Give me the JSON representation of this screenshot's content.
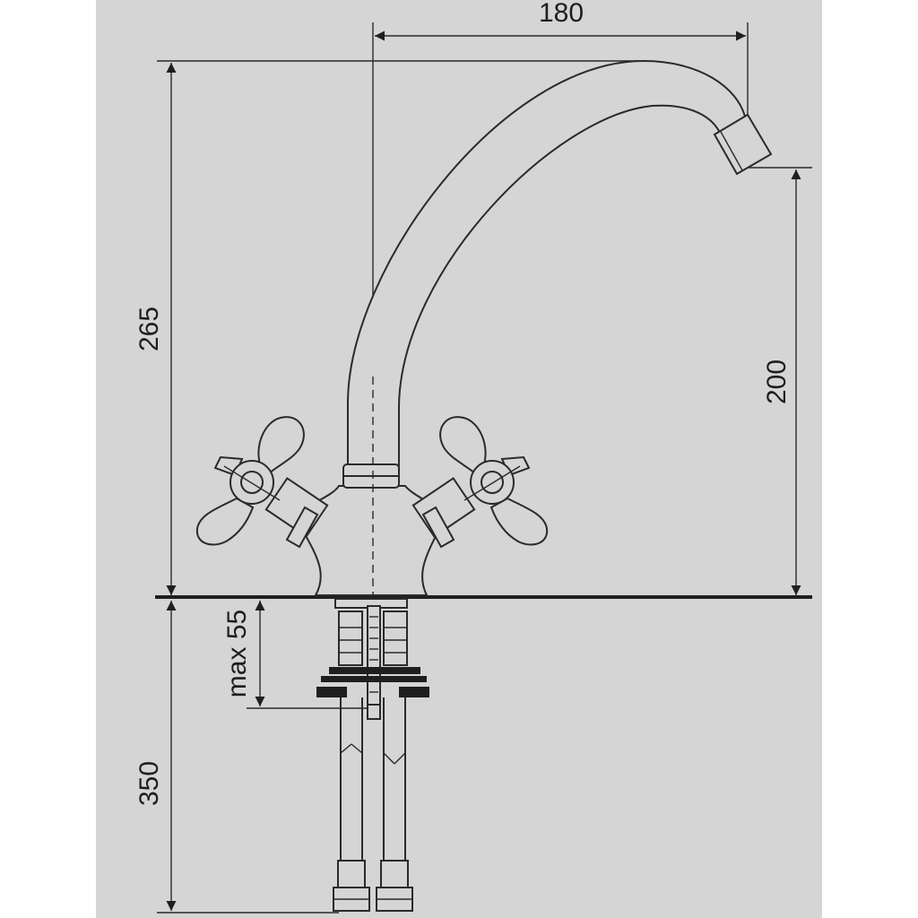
{
  "colors": {
    "background": "#d5d5d5",
    "ink": "#2a2a2a"
  },
  "dimensions": {
    "spout_reach": "180",
    "total_height": "265",
    "spout_height": "200",
    "max_counter_thickness": "max 55",
    "hose_length": "350"
  }
}
